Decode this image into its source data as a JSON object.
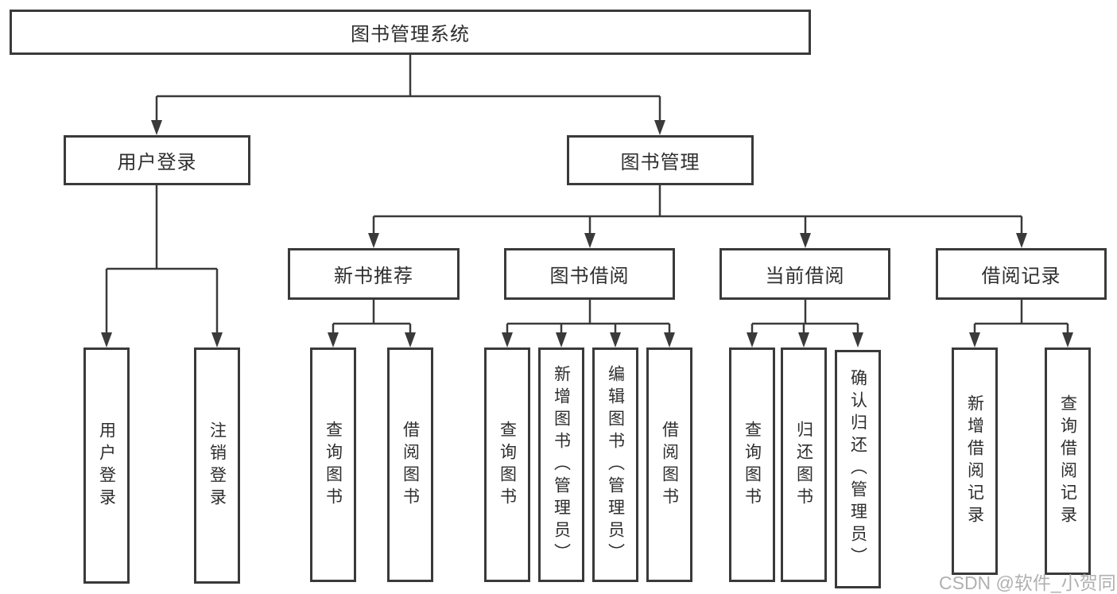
{
  "tree": {
    "root": {
      "label": "图书管理系统",
      "children": [
        {
          "label": "用户登录",
          "children": [
            {
              "label": "用户登录"
            },
            {
              "label": "注销登录"
            }
          ]
        },
        {
          "label": "图书管理",
          "children": [
            {
              "label": "新书推荐",
              "children": [
                {
                  "label": "查询图书"
                },
                {
                  "label": "借阅图书"
                }
              ]
            },
            {
              "label": "图书借阅",
              "children": [
                {
                  "label": "查询图书"
                },
                {
                  "label": "新增图书（管理员）"
                },
                {
                  "label": "编辑图书（管理员）"
                },
                {
                  "label": "借阅图书"
                }
              ]
            },
            {
              "label": "当前借阅",
              "children": [
                {
                  "label": "查询图书"
                },
                {
                  "label": "归还图书"
                },
                {
                  "label": "确认归还（管理员）"
                }
              ]
            },
            {
              "label": "借阅记录",
              "children": [
                {
                  "label": "新增借阅记录"
                },
                {
                  "label": "查询借阅记录"
                }
              ]
            }
          ]
        }
      ]
    }
  },
  "watermark": {
    "text": "CSDN @软件_小贺同学"
  },
  "colors": {
    "line": "#3a3a3a",
    "text": "#2e2e2e",
    "box_background": "#ffffff",
    "watermark": "#b0b0b0",
    "background": "#ffffff"
  }
}
